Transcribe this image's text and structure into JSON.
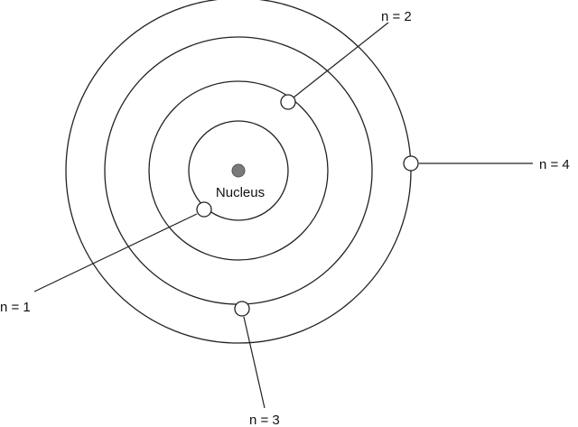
{
  "diagram": {
    "nucleus_label": "Nucleus",
    "levels": [
      {
        "n": 1,
        "label": "n = 1"
      },
      {
        "n": 2,
        "label": "n = 2"
      },
      {
        "n": 3,
        "label": "n = 3"
      },
      {
        "n": 4,
        "label": "n = 4"
      }
    ]
  },
  "colors": {
    "line": "#222222",
    "nucleus": "#7a7a7a",
    "background": "#ffffff"
  }
}
